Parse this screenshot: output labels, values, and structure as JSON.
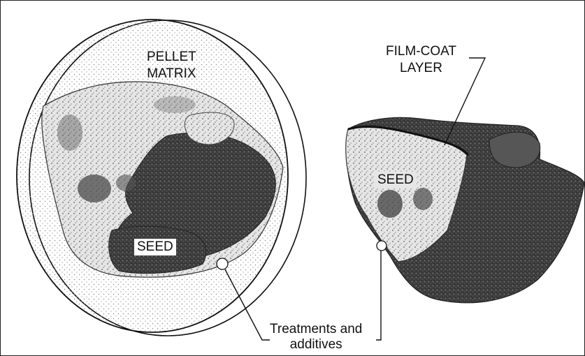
{
  "labels": {
    "pellet_matrix_line1": "PELLET",
    "pellet_matrix_line2": "MATRIX",
    "seed_left": "SEED",
    "film_coat_line1": "FILM-COAT",
    "film_coat_line2": "LAYER",
    "seed_right": "SEED",
    "treatments_line1": "Treatments and",
    "treatments_line2": "additives"
  },
  "colors": {
    "outline": "#111111",
    "stipple": "#9a9a9a",
    "seed_light": "#d9d9d9",
    "seed_dark": "#3a3a3a",
    "film_coat": "#4a4a4a"
  }
}
